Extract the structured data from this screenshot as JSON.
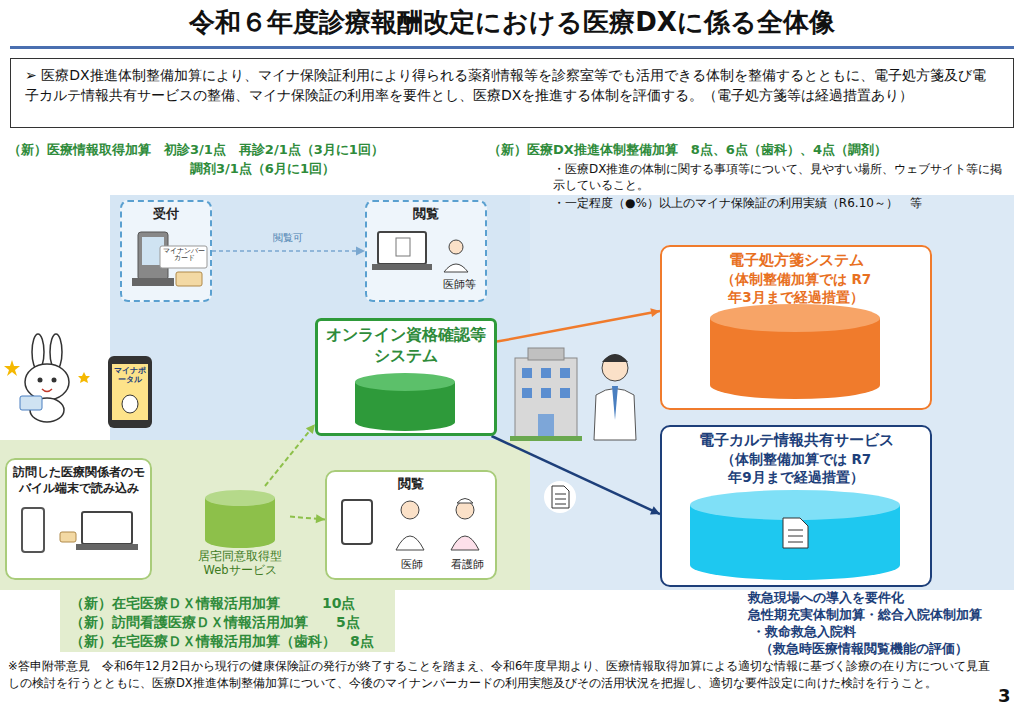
{
  "diagram": {
    "title": "令和６年度診療報酬改定における医療DXに係る全体像",
    "nodes": [
      {
        "text": [
          "➢ 医療DX推進体制整備加算により、マイナ保険証利用により得られる薬剤情報等を診察室等でも活用できる体制を整備するとともに、電子処方箋及び電子カルテ情報共有サービスの整備、マイナ保険証の利用率を要件とし、医療DXを推進する体制を評価する。（電子処方箋等は経過措置あり）"
        ]
      },
      {
        "text": [
          "受付"
        ]
      },
      {
        "text": [
          "閲覧",
          "医師等"
        ]
      },
      {
        "text": [
          "オンライン資格確認等システム"
        ]
      },
      {
        "text": [
          "電子処方箋システム",
          "（体制整備加算では R7年3月まで経過措置）"
        ]
      },
      {
        "text": [
          "電子カルテ情報共有サービス",
          "（体制整備加算では R7年9月まで経過措置）"
        ]
      },
      {
        "text": [
          "訪問した医療関係者のモバイル端末で読み込み"
        ]
      },
      {
        "text": [
          "居宅同意取得型Webサービス"
        ]
      },
      {
        "text": [
          "閲覧",
          "医師",
          "看護師"
        ]
      }
    ],
    "edges": [
      {
        "from": 1,
        "to": 2,
        "label": "閲覧可",
        "arrow": "to"
      },
      {
        "from": 3,
        "to": 4,
        "arrow": "to"
      },
      {
        "from": 3,
        "to": 5,
        "arrow": "to"
      },
      {
        "from": 7,
        "to": 3,
        "arrow": "to"
      },
      {
        "from": 7,
        "to": 8,
        "arrow": "to"
      }
    ],
    "labels": [
      "（新）医療情報取得加算　初診3/1点　再診2/1点（3月に1回）",
      "調剤3/1点（6月に1回）",
      "（新）医療DX推進体制整備加算　8点、6点（歯科）、4点（調剤）",
      "・医療DX推進の体制に関する事項等について、見やすい場所、ウェブサイト等に掲示していること。",
      "・一定程度（●%）以上のマイナ保険証の利用実績（R6.10～）　等",
      "マイナンバーカード",
      "マイナポータル",
      "（新）在宅医療ＤＸ情報活用加算　　　10点",
      "（新）訪問看護医療ＤＸ情報活用加算　　5点",
      "（新）在宅医療ＤＸ情報活用加算（歯科）　8点",
      "救急現場への導入を要件化",
      "急性期充実体制加算・総合入院体制加算",
      "・救命救急入院料",
      "（救急時医療情報閲覧機能の評価）",
      "※答申附帯意見　令和6年12月2日から現行の健康保険証の発行が終了することを踏まえ、令和6年度早期より、医療情報取得加算による適切な情報に基づく診療の在り方について見直しの検討を行うとともに、医療DX推進体制整備加算について、今後のマイナンバーカードの利用実態及びその活用状況を把握し、適切な要件設定に向けた検討を行うこと。",
      "3"
    ]
  }
}
